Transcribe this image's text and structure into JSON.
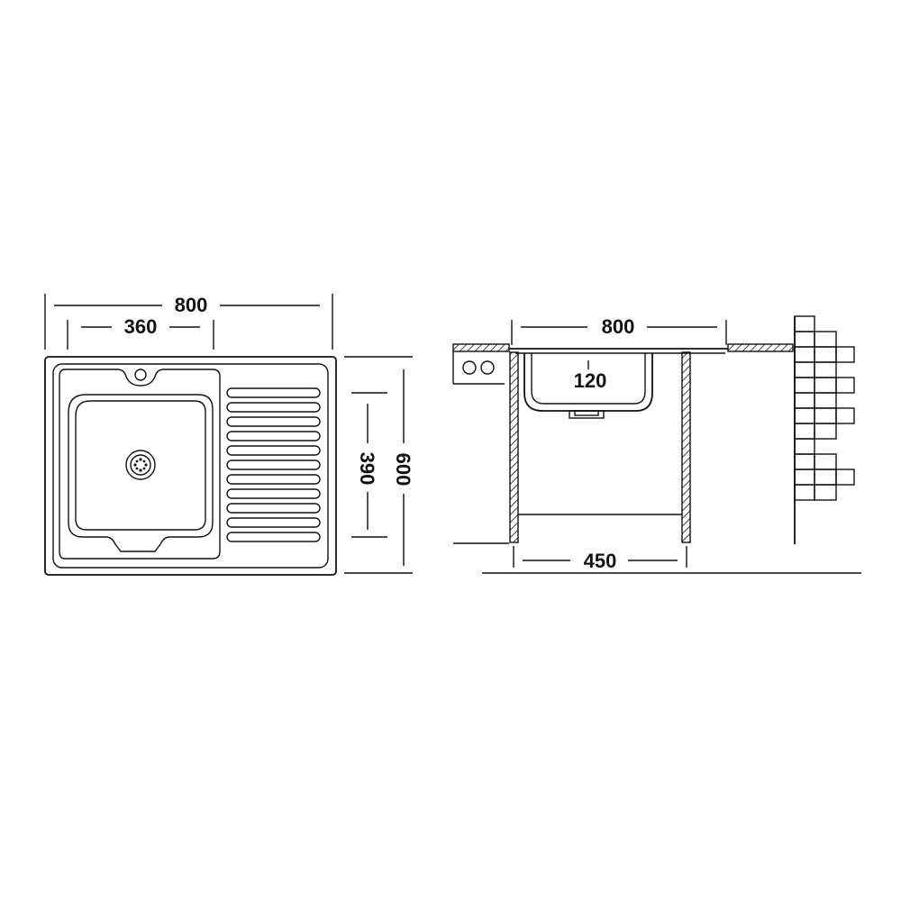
{
  "top_view": {
    "dim_width_total": "800",
    "dim_bowl_width": "360",
    "dim_bowl_depth": "390",
    "dim_depth_total": "600"
  },
  "side_view": {
    "dim_sink_width": "800",
    "dim_bowl_height": "120",
    "dim_cabinet_width": "450"
  },
  "colors": {
    "line": "#111111",
    "background": "#ffffff"
  }
}
